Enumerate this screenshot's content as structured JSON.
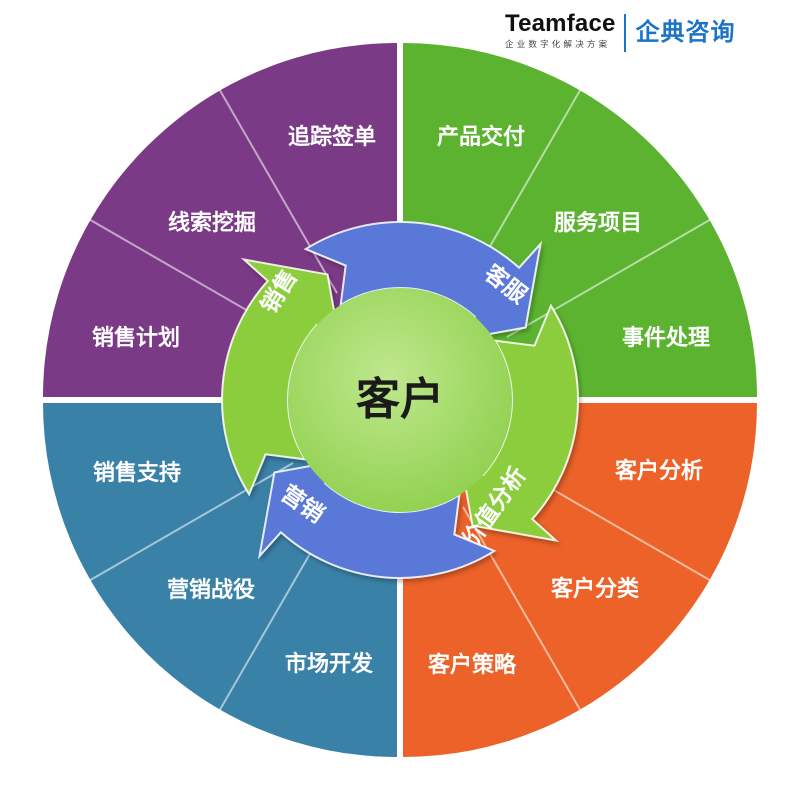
{
  "brand": {
    "name": "Teamface",
    "tagline": "企业数字化解决方案",
    "suffix": "企典咨询",
    "accent": "#1b74c5"
  },
  "center_label": "客户",
  "colors": {
    "purple": "#7b3a86",
    "green": "#5cb330",
    "orange": "#ec6229",
    "blue": "#3a81a8",
    "arrow_green": "#8ccd3c",
    "arrow_blue": "#5a78d8",
    "center_fill": "#a9df72"
  },
  "quadrants": [
    {
      "color": "#7b3a86",
      "items": [
        "销售计划",
        "线索挖掘",
        "追踪签单"
      ]
    },
    {
      "color": "#5cb330",
      "items": [
        "产品交付",
        "服务项目",
        "事件处理"
      ]
    },
    {
      "color": "#ec6229",
      "items": [
        "客户分析",
        "客户分类",
        "客户策略"
      ]
    },
    {
      "color": "#3a81a8",
      "items": [
        "销售支持",
        "营销战役",
        "市场开发"
      ]
    }
  ],
  "cycle": [
    {
      "label": "销售",
      "color": "#8ccd3c"
    },
    {
      "label": "客服",
      "color": "#5a78d8"
    },
    {
      "label": "价值分析",
      "color": "#8ccd3c"
    },
    {
      "label": "营销",
      "color": "#5a78d8"
    }
  ]
}
